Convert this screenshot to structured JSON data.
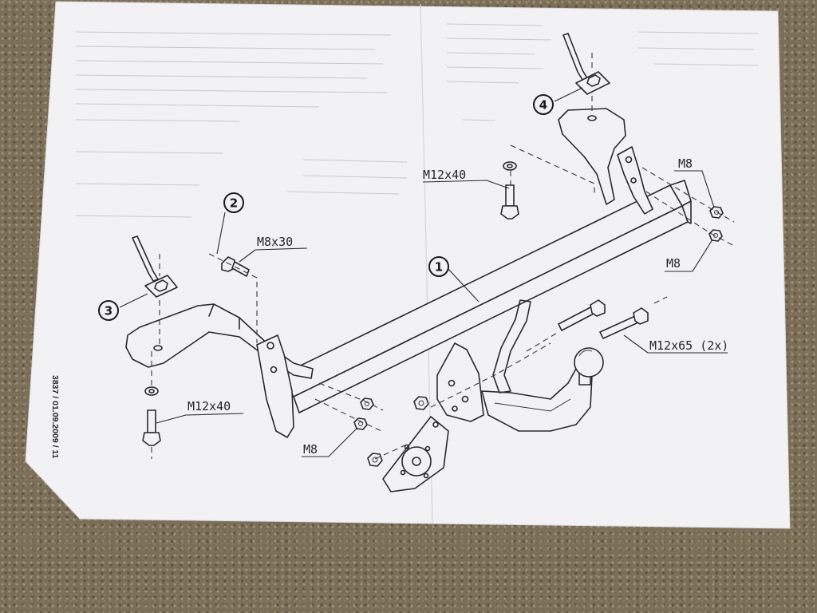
{
  "document_code": "3837 / 01.09.2009 / 11",
  "callouts": [
    {
      "number": "1"
    },
    {
      "number": "2"
    },
    {
      "number": "3"
    },
    {
      "number": "4"
    }
  ],
  "labels": {
    "m12x40_top": "M12x40",
    "m8x30": "M8x30",
    "m8_right_top": "M8",
    "m8_right_bottom": "M8",
    "m12x65": "M12x65 (2x)",
    "m12x40_left": "M12x40",
    "m8_bottom": "M8"
  },
  "colors": {
    "paper": "#f2f1f4",
    "ink": "#2a2a2a",
    "carpet": "#7b6e58"
  }
}
